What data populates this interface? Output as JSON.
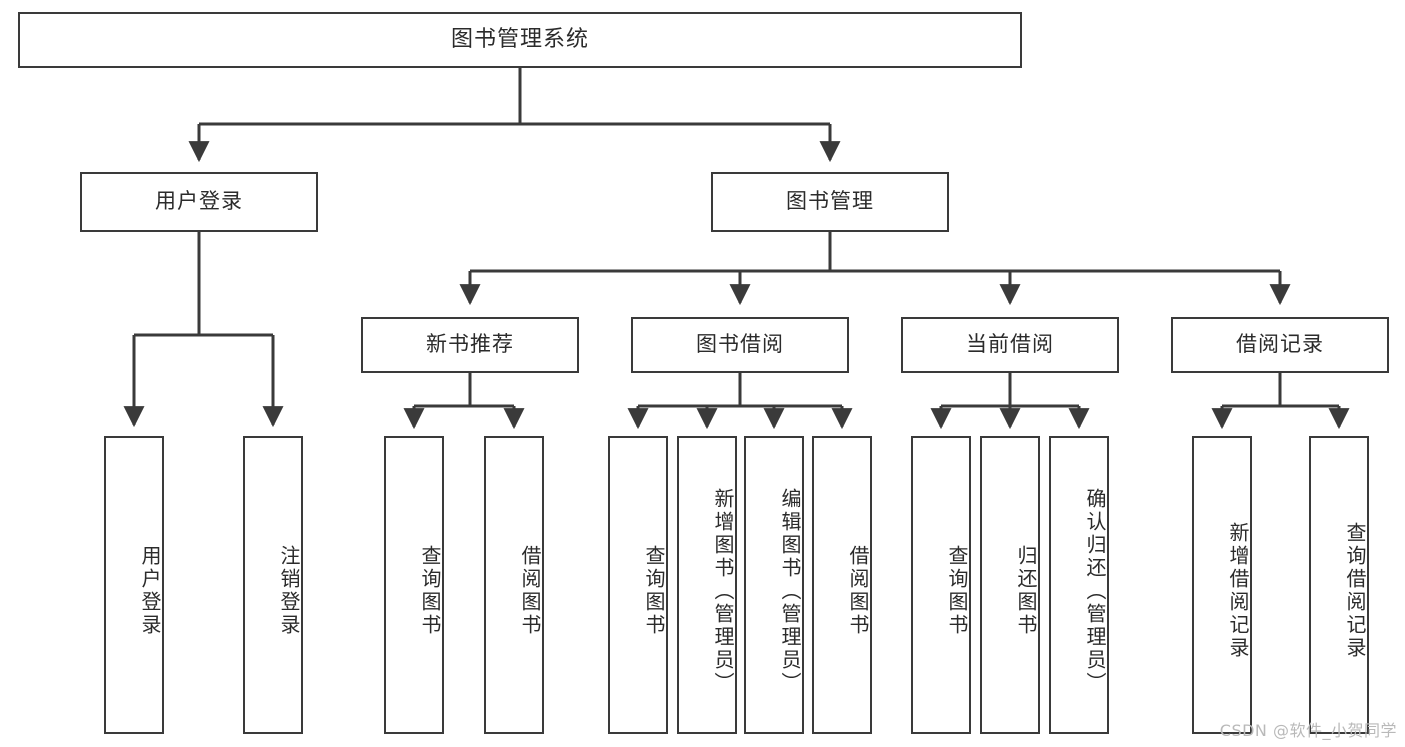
{
  "diagram": {
    "title": "图书管理系统",
    "type": "功能结构图",
    "stroke_color": "#3a3a3a",
    "fill_color": "#ffffff",
    "text_color": "#2b2b2b"
  },
  "root": {
    "label": "图书管理系统"
  },
  "level2": [
    {
      "label": "用户登录"
    },
    {
      "label": "图书管理"
    }
  ],
  "level3": [
    {
      "label": "新书推荐"
    },
    {
      "label": "图书借阅"
    },
    {
      "label": "当前借阅"
    },
    {
      "label": "借阅记录"
    }
  ],
  "leaves": {
    "user_login": [
      {
        "label": "用户登录"
      },
      {
        "label": "注销登录"
      }
    ],
    "new_book_recommend": [
      {
        "label": "查询图书"
      },
      {
        "label": "借阅图书"
      }
    ],
    "book_borrow": [
      {
        "label": "查询图书"
      },
      {
        "label": "新增图书（管理员）"
      },
      {
        "label": "编辑图书（管理员）"
      },
      {
        "label": "借阅图书"
      }
    ],
    "current_borrow": [
      {
        "label": "查询图书"
      },
      {
        "label": "归还图书"
      },
      {
        "label": "确认归还（管理员）"
      }
    ],
    "borrow_record": [
      {
        "label": "新增借阅记录"
      },
      {
        "label": "查询借阅记录"
      }
    ]
  },
  "watermark": {
    "text": "CSDN @软件_小贺同学"
  }
}
